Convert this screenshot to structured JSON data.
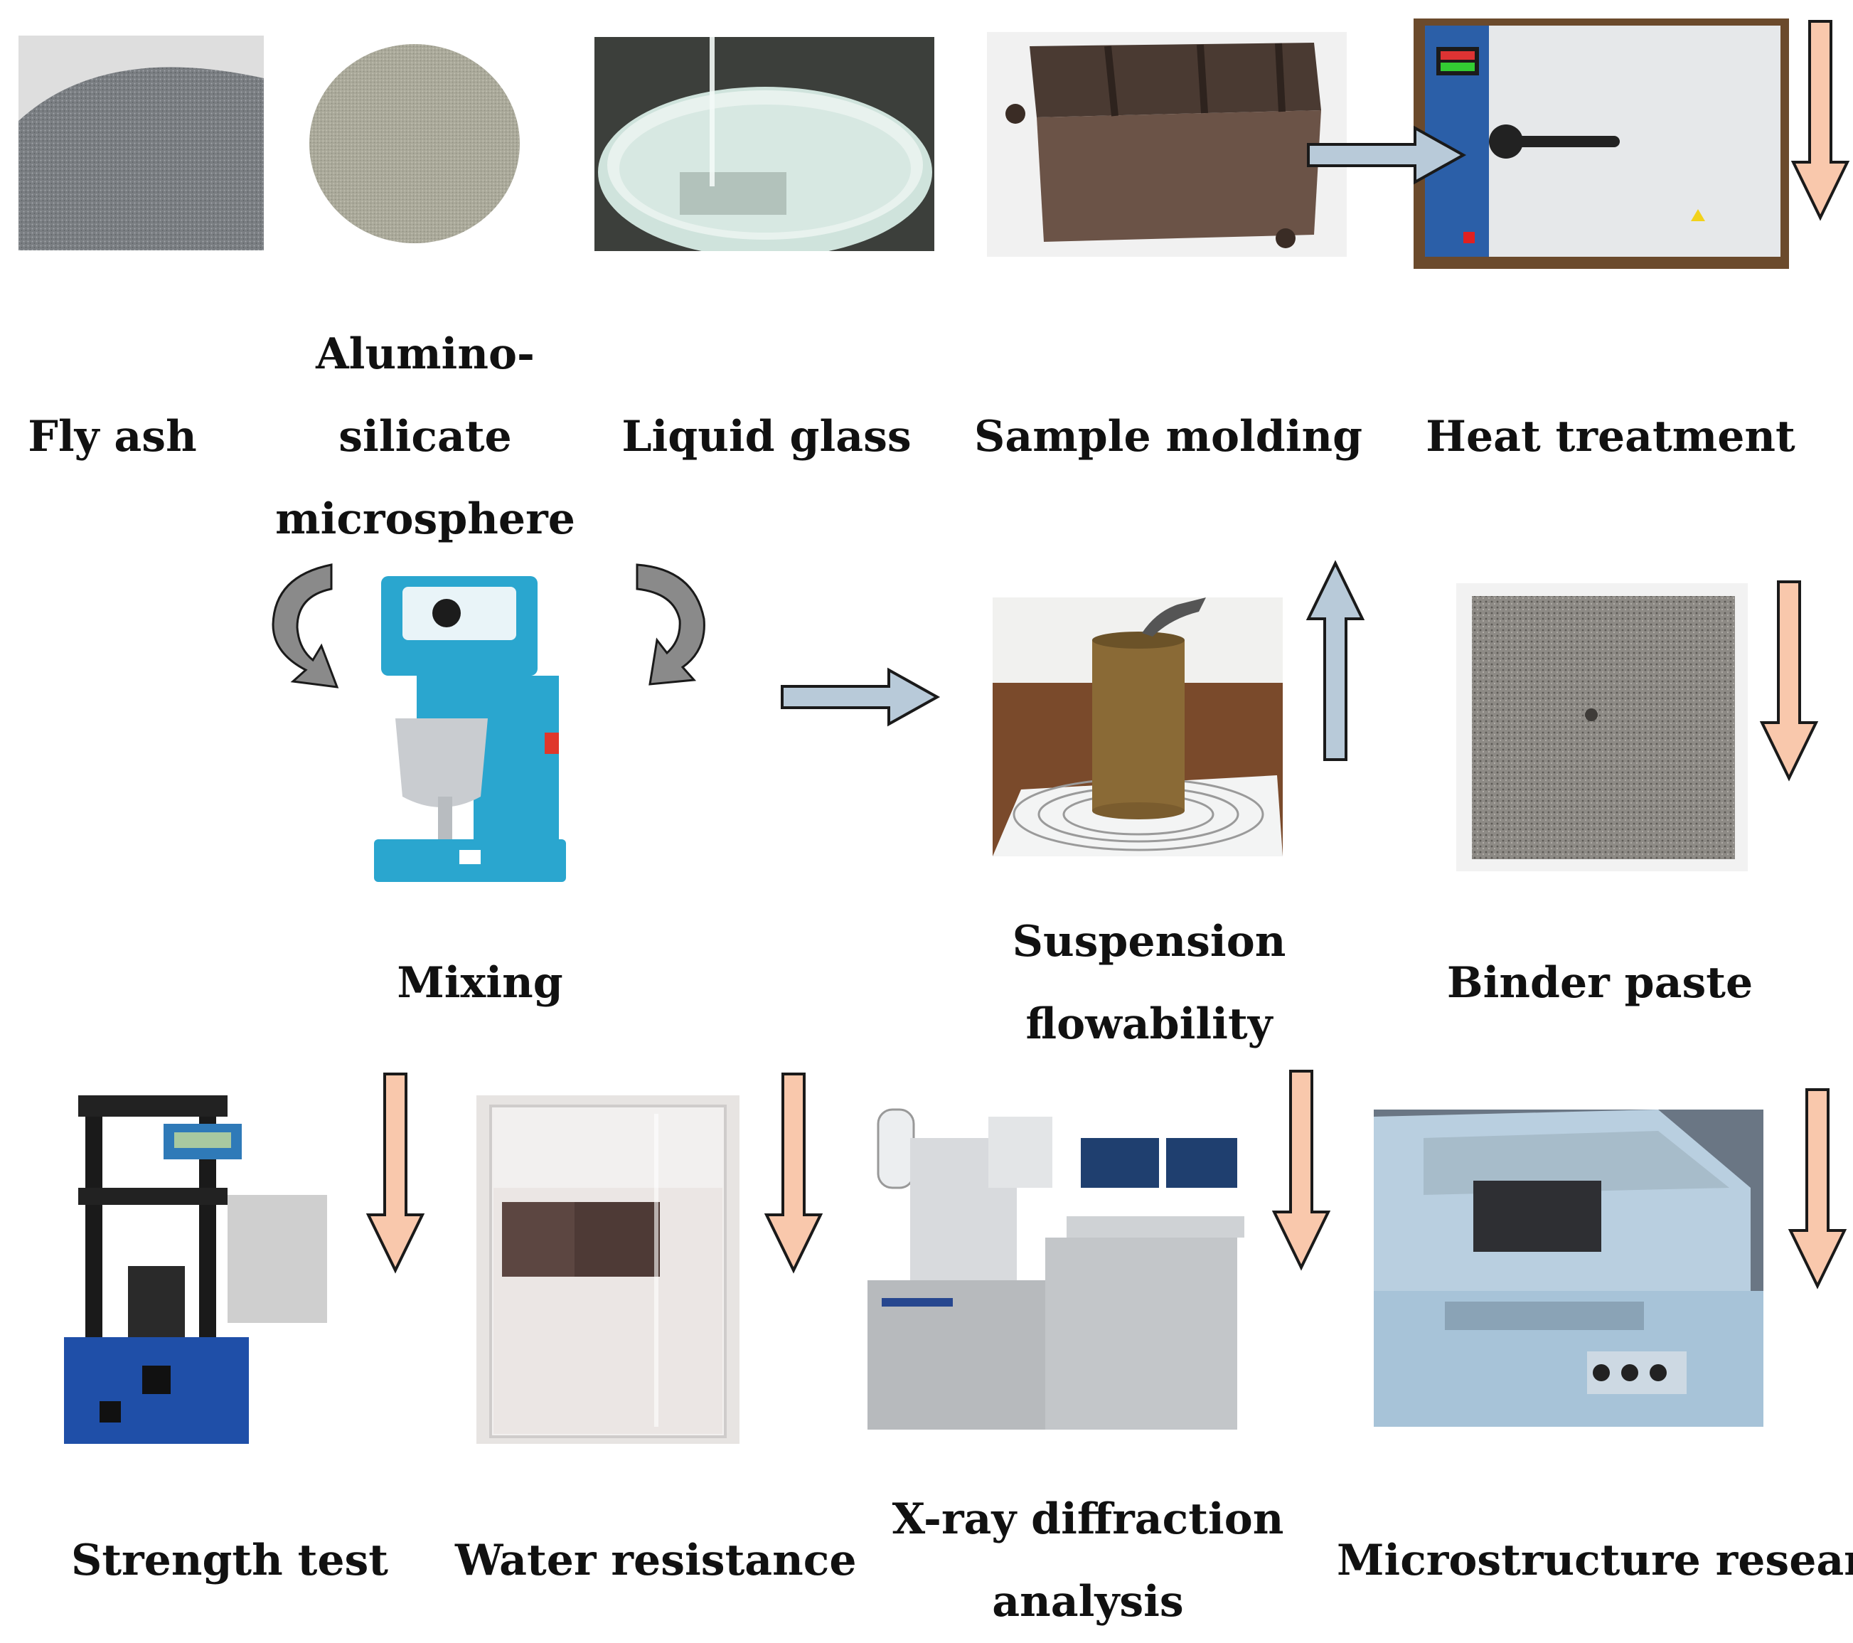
{
  "steps": {
    "fly_ash": "Fly ash",
    "aluminosilicate": [
      "Alumino-",
      "silicate",
      "microsphere"
    ],
    "liquid_glass": "Liquid glass",
    "sample_molding": "Sample molding",
    "heat_treatment": "Heat treatment",
    "mixing": "Mixing",
    "suspension_flowability": [
      "Suspension",
      "flowability"
    ],
    "binder_paste": "Binder paste",
    "strength_test": "Strength test",
    "water_resistance": "Water resistance",
    "xray": [
      "X-ray diffraction",
      "analysis"
    ],
    "microstructure": "Microstructure research"
  },
  "colors": {
    "flow_arrow_fill": "#b8cad9",
    "down_arrow_fill": "#f9c8ac",
    "arrow_stroke": "#1a1a1a",
    "mixing_arrow_fill": "#8a8a8a"
  }
}
